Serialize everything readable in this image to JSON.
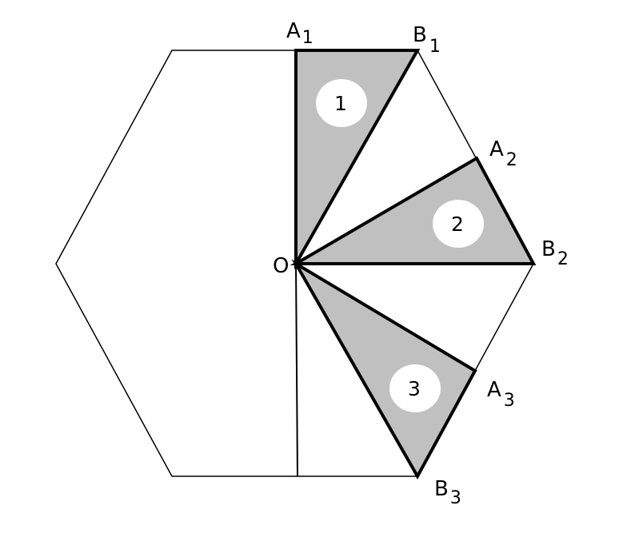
{
  "colors": {
    "background": "#ffffff",
    "stroke": "#000000",
    "triangle_fill": "#c0c0c0",
    "circle_fill": "#ffffff"
  },
  "points": {
    "O": "O",
    "A1": {
      "letter": "A",
      "sub": "1"
    },
    "B1": {
      "letter": "B",
      "sub": "1"
    },
    "A2": {
      "letter": "A",
      "sub": "2"
    },
    "B2": {
      "letter": "B",
      "sub": "2"
    },
    "A3": {
      "letter": "A",
      "sub": "3"
    },
    "B3": {
      "letter": "B",
      "sub": "3"
    }
  },
  "triangles": [
    {
      "number": "1"
    },
    {
      "number": "2"
    },
    {
      "number": "3"
    }
  ]
}
